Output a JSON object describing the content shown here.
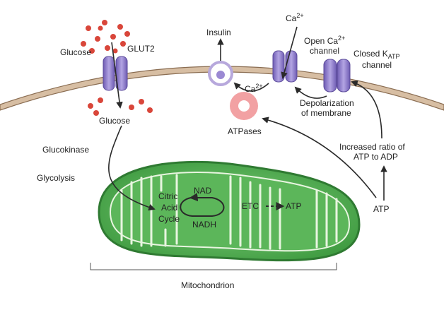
{
  "labels": {
    "glucose_out": "Glucose",
    "glut2": "GLUT2",
    "glucose_in": "Glucose",
    "glucokinase": "Glucokinase",
    "glycolysis": "Glycolysis",
    "insulin": "Insulin",
    "ca_ion_top": "Ca",
    "ca_ion_top_sup": "2+",
    "ca_ion_inner": "Ca",
    "ca_ion_inner_sup": "2+",
    "open_channel_1": "Open Ca",
    "open_channel_1_sup": "2+",
    "open_channel_2": "channel",
    "closed_katp_1": "Closed K",
    "closed_katp_1_sub": "ATP",
    "closed_katp_2": "channel",
    "depolarization_1": "Depolarization",
    "depolarization_2": "of membrane",
    "atpases": "ATPases",
    "ratio_1": "Increased ratio of",
    "ratio_2": "ATP to ADP",
    "atp_right": "ATP",
    "citric_1": "Citric",
    "citric_2": "Acid",
    "citric_3": "Cycle",
    "nad": "NAD",
    "nadh": "NADH",
    "etc": "ETC",
    "atp_mito": "ATP",
    "mitochondrion": "Mitochondrion"
  },
  "colors": {
    "membrane": "#c9ab8c",
    "membrane_edge": "#8a6d52",
    "channel": "#8f7ac8",
    "channel_dark": "#5b4a9a",
    "mito_outer": "#3f9b40",
    "mito_inner": "#6cc26a",
    "cristae": "#e8f5e0",
    "glucose_dot": "#d9463a",
    "atpase_ring": "#f2a1a3",
    "vesicle": "#b7a8dc"
  }
}
